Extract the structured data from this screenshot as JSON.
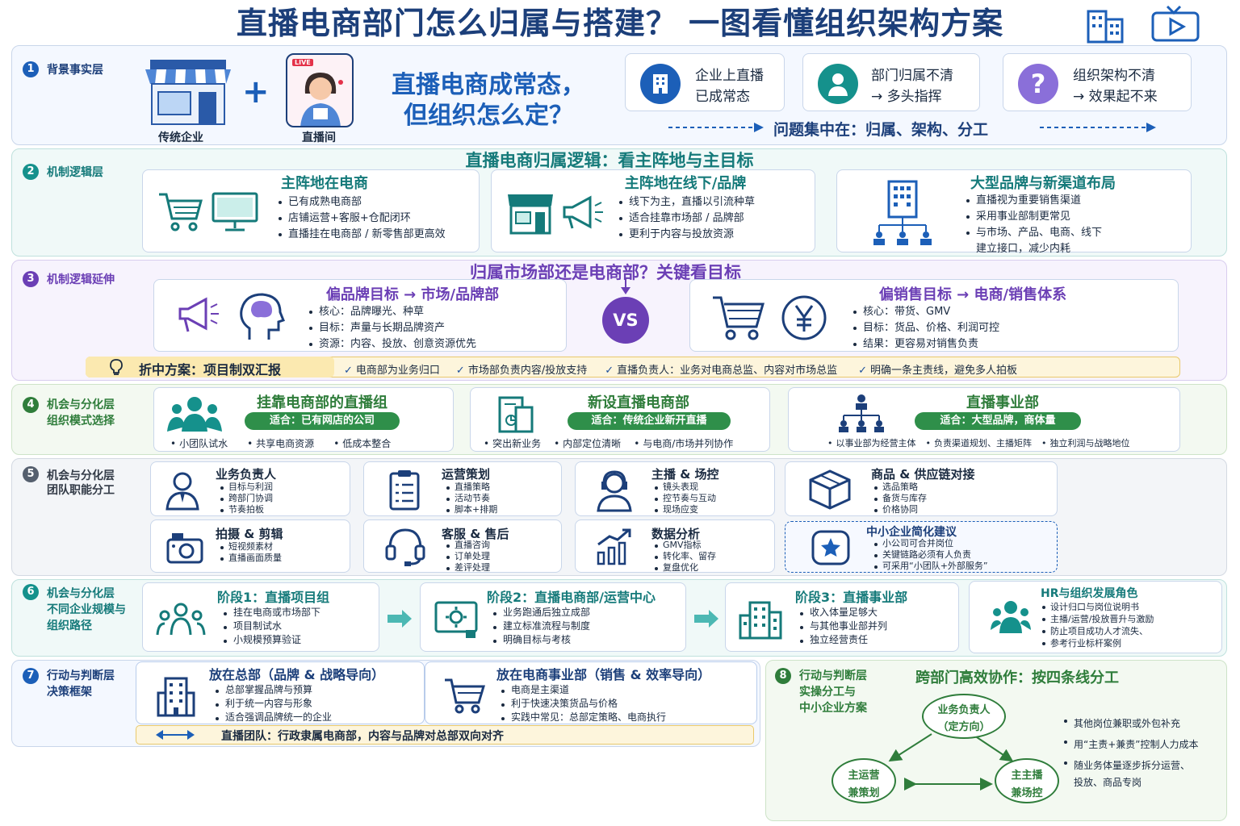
{
  "title": "直播电商部门怎么归属与搭建？ 一图看懂组织架构方案",
  "l1": {
    "num": "1",
    "name": "背景事实层",
    "store_label": "传统企业",
    "live_label": "直播间",
    "live_tag": "LIVE",
    "plus": "+",
    "headline1": "直播电商成常态，",
    "headline2": "但组织怎么定？",
    "c1a": "企业上直播",
    "c1b": "已成常态",
    "c2a": "部门归属不清",
    "c2b": "→ 多头指挥",
    "c3a": "组织架构不清",
    "c3b": "→ 效果起不来",
    "summary": "问题集中在：归属、架构、分工"
  },
  "l2": {
    "num": "2",
    "name": "机制逻辑层",
    "heading": "直播电商归属逻辑：看主阵地与主目标",
    "a": {
      "title": "主阵地在电商",
      "items": [
        "已有成熟电商部",
        "店铺运营+客服+仓配闭环",
        "直播挂在电商部 / 新零售部更高效"
      ]
    },
    "b": {
      "title": "主阵地在线下/品牌",
      "items": [
        "线下为主，直播以引流种草",
        "适合挂靠市场部 / 品牌部",
        "更利于内容与投放资源"
      ]
    },
    "c": {
      "title": "大型品牌与新渠道布局",
      "items": [
        "直播视为重要销售渠道",
        "采用事业部制更常见",
        "与市场、产品、电商、线下"
      ],
      "tail": "建立接口，减少内耗"
    }
  },
  "l3": {
    "num": "3",
    "name": "机制逻辑延伸",
    "heading": "归属市场部还是电商部？关键看目标",
    "a": {
      "title": "偏品牌目标 → 市场/品牌部",
      "items": [
        "核心：品牌曝光、种草",
        "目标：声量与长期品牌资产",
        "资源：内容、投放、创意资源优先"
      ]
    },
    "vs": "VS",
    "b": {
      "title": "偏销售目标 → 电商/销售体系",
      "items": [
        "核心：带货、GMV",
        "目标：货品、价格、利润可控",
        "结果：更容易对销售负责"
      ]
    },
    "compromise": "折中方案：项目制双汇报",
    "checks": [
      "电商部为业务归口",
      "市场部负责内容/投放支持",
      "直播负责人：业务对电商总监、内容对市场总监",
      "明确一条主责线，避免多人拍板"
    ]
  },
  "l4": {
    "num": "4",
    "name1": "机会与分化层",
    "name2": "组织模式选择",
    "a": {
      "title": "挂靠电商部的直播组",
      "pill": "适合：已有网店的公司",
      "items": [
        "小团队试水",
        "共享电商资源",
        "低成本整合"
      ]
    },
    "b": {
      "title": "新设直播电商部",
      "pill": "适合：传统企业新开直播",
      "items": [
        "突出新业务",
        "内部定位清晰",
        "与电商/市场并列协作"
      ]
    },
    "c": {
      "title": "直播事业部",
      "pill": "适合：大型品牌，商体量",
      "items": [
        "以事业部为经营主体",
        "负责渠道规划、主播矩阵",
        "独立利润与战略地位"
      ]
    }
  },
  "l5": {
    "num": "5",
    "name1": "机会与分化层",
    "name2": "团队职能分工",
    "roles": [
      {
        "title": "业务负责人",
        "items": [
          "目标与利润",
          "跨部门协调",
          "节奏拍板"
        ]
      },
      {
        "title": "运营策划",
        "items": [
          "直播策略",
          "活动节奏",
          "脚本+排期"
        ]
      },
      {
        "title": "主播 & 场控",
        "items": [
          "镜头表现",
          "控节奏与互动",
          "现场应变"
        ]
      },
      {
        "title": "商品 & 供应链对接",
        "items": [
          "选品策略",
          "备货与库存",
          "价格协同"
        ]
      },
      {
        "title": "拍摄 & 剪辑",
        "items": [
          "短视频素材",
          "直播画面质量"
        ]
      },
      {
        "title": "客服 & 售后",
        "items": [
          "直播咨询",
          "订单处理",
          "差评处理"
        ]
      },
      {
        "title": "数据分析",
        "items": [
          "GMV指标",
          "转化率、留存",
          "复盘优化"
        ]
      },
      {
        "title": "中小企业简化建议",
        "items": [
          "小公司可合并岗位",
          "关键链路必须有人负责",
          "可采用“小团队+外部服务”"
        ]
      }
    ]
  },
  "l6": {
    "num": "6",
    "name1": "机会与分化层",
    "name2": "不同企业规模与",
    "name3": "组织路径",
    "s1": {
      "title": "阶段1：直播项目组",
      "items": [
        "挂在电商或市场部下",
        "项目制试水",
        "小规模预算验证"
      ]
    },
    "s2": {
      "title": "阶段2：直播电商部/运营中心",
      "items": [
        "业务跑通后独立成部",
        "建立标准流程与制度",
        "明确目标与考核"
      ]
    },
    "s3": {
      "title": "阶段3：直播事业部",
      "items": [
        "收入体量足够大",
        "与其他事业部并列",
        "独立经营责任"
      ]
    },
    "hr": {
      "title": "HR与组织发展角色",
      "items": [
        "设计归口与岗位说明书",
        "主播/运营/投放晋升与激励",
        "防止项目成功人才流失、",
        "参考行业标杆案例"
      ]
    }
  },
  "l7": {
    "num": "7",
    "name1": "行动与判断层",
    "name2": "决策框架",
    "a": {
      "title": "放在总部（品牌 & 战略导向）",
      "items": [
        "总部掌握品牌与预算",
        "利于统一内容与形象",
        "适合强调品牌统一的企业"
      ]
    },
    "b": {
      "title": "放在电商事业部（销售 & 效率导向）",
      "items": [
        "电商是主渠道",
        "利于快速决策货品与价格",
        "实践中常见：总部定策略、电商执行"
      ]
    },
    "bar": "直播团队：行政隶属电商部，内容与品牌对总部双向对齐"
  },
  "l8": {
    "num": "8",
    "name1": "行动与判断层",
    "name2": "实操分工与",
    "name3": "中小企业方案",
    "heading": "跨部门高效协作：按四条线分工",
    "top1": "业务负责人",
    "top2": "（定方向）",
    "left1": "主运营",
    "left2": "兼策划",
    "right1": "主主播",
    "right2": "兼场控",
    "notes": [
      "其他岗位兼职或外包补充",
      "用“主责+兼责”控制人力成本",
      "随业务体量逐步拆分运营、",
      "投放、商品专岗"
    ]
  },
  "colors": {
    "navy": "#1c3f7a",
    "teal": "#157a7a",
    "purple": "#6b3fb5",
    "green": "#2f7d3b",
    "gray": "#555f6e"
  }
}
